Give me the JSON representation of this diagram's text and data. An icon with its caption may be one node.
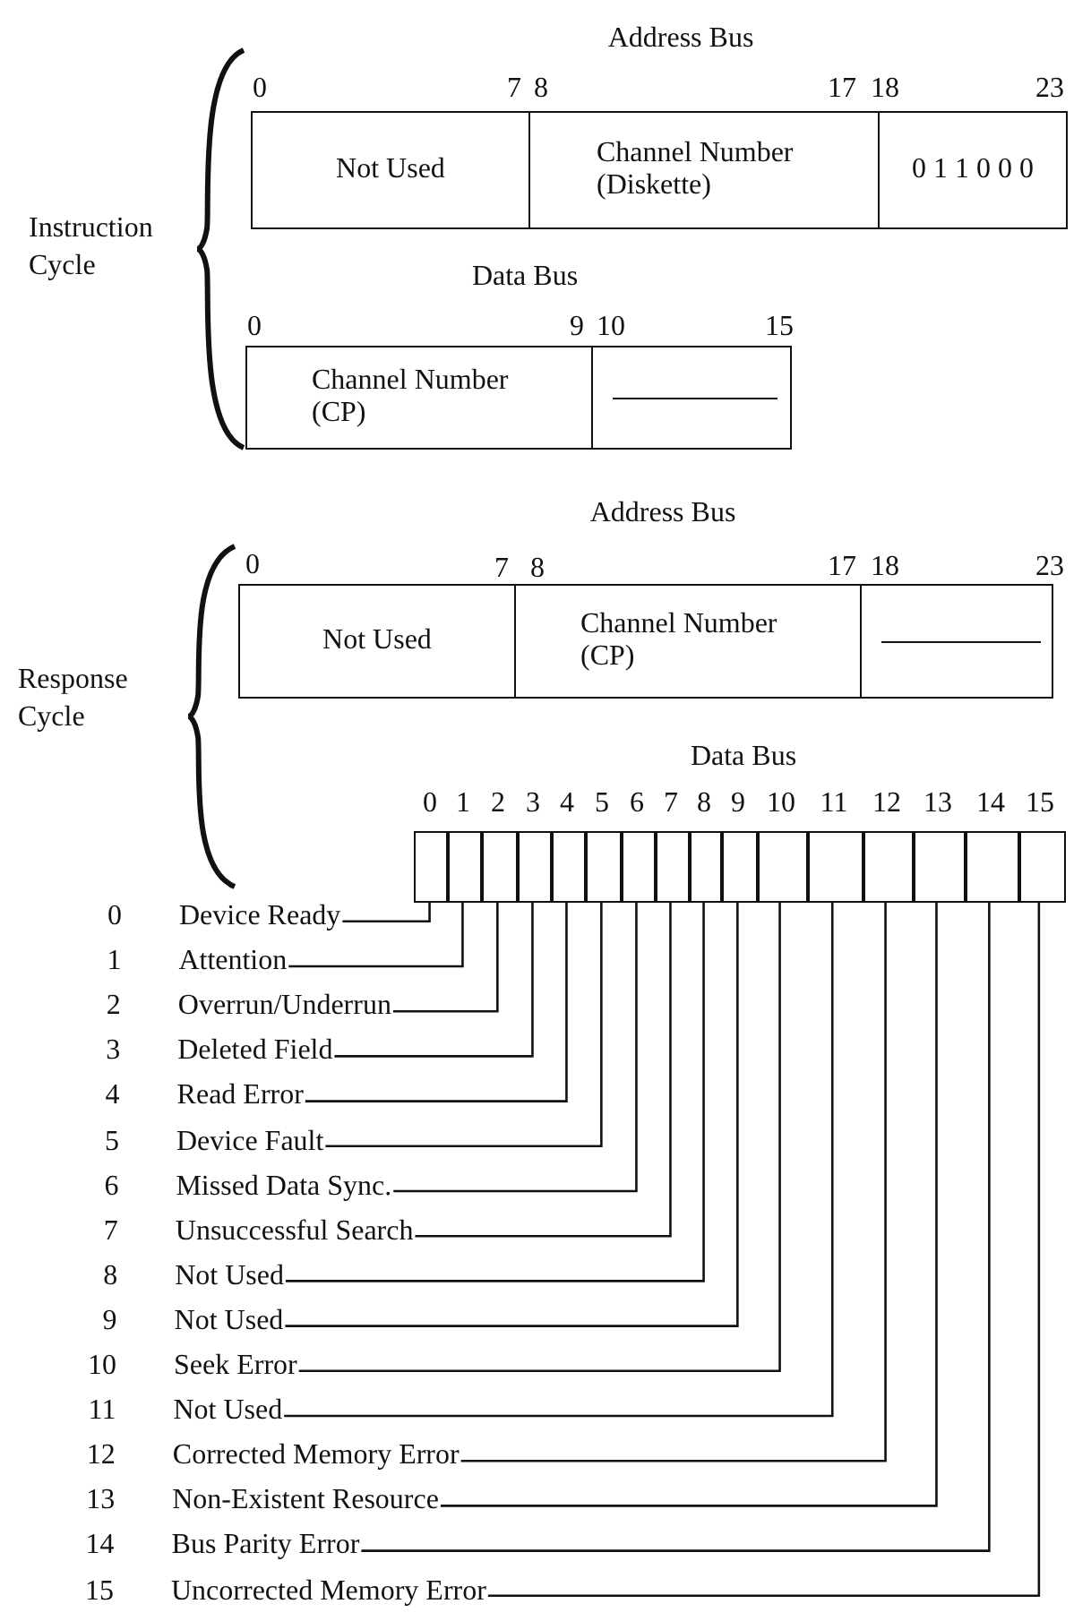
{
  "diagram": {
    "nodes": [
      {
        "text": [
          "Not Used"
        ]
      },
      {
        "text": [
          "Channel Number (Diskette)"
        ]
      },
      {
        "text": [
          "0 1 1 0 0 0"
        ]
      },
      {
        "text": [
          "Channel Number (CP)"
        ]
      },
      {
        "text": [],
        "shape": "box"
      },
      {
        "text": [
          "Not Used"
        ]
      },
      {
        "text": [
          "Channel Number (CP)"
        ]
      },
      {
        "text": [],
        "shape": "box"
      },
      {
        "text": [],
        "shape": "box"
      },
      {
        "text": [],
        "shape": "box"
      },
      {
        "text": [],
        "shape": "box"
      },
      {
        "text": [],
        "shape": "box"
      },
      {
        "text": [],
        "shape": "box"
      },
      {
        "text": [],
        "shape": "box"
      },
      {
        "text": [],
        "shape": "box"
      },
      {
        "text": [],
        "shape": "box"
      },
      {
        "text": [],
        "shape": "box"
      },
      {
        "text": [],
        "shape": "box"
      },
      {
        "text": [],
        "shape": "box"
      },
      {
        "text": [],
        "shape": "box"
      },
      {
        "text": [],
        "shape": "box"
      },
      {
        "text": [],
        "shape": "box"
      },
      {
        "text": [],
        "shape": "box"
      },
      {
        "text": [],
        "shape": "box"
      },
      {
        "text": [
          "Device Ready"
        ],
        "beside": [
          "0"
        ]
      },
      {
        "text": [
          "Attention"
        ],
        "beside": [
          "1"
        ]
      },
      {
        "text": [
          "Overrun/Underrun"
        ],
        "beside": [
          "2"
        ]
      },
      {
        "text": [
          "Deleted Field"
        ],
        "beside": [
          "3"
        ]
      },
      {
        "text": [
          "Read Error"
        ],
        "beside": [
          "4"
        ]
      },
      {
        "text": [
          "Device Fault"
        ],
        "beside": [
          "5"
        ]
      },
      {
        "text": [
          "Missed Data Sync."
        ],
        "beside": [
          "6"
        ]
      },
      {
        "text": [
          "Unsuccessful Search"
        ],
        "beside": [
          "7"
        ]
      },
      {
        "text": [
          "Not Used"
        ],
        "beside": [
          "8"
        ]
      },
      {
        "text": [
          "Not Used"
        ],
        "beside": [
          "9"
        ]
      },
      {
        "text": [
          "Seek Error"
        ],
        "beside": [
          "10"
        ]
      },
      {
        "text": [
          "Not Used"
        ],
        "beside": [
          "11"
        ]
      },
      {
        "text": [
          "Corrected Memory Error"
        ],
        "beside": [
          "12"
        ]
      },
      {
        "text": [
          "Non-Existent Resource"
        ],
        "beside": [
          "13"
        ]
      },
      {
        "text": [
          "Bus Parity Error"
        ],
        "beside": [
          "14"
        ]
      },
      {
        "text": [
          "Uncorrected Memory Error"
        ],
        "beside": [
          "15"
        ]
      }
    ],
    "edges": [
      {
        "from": 24,
        "to": 8,
        "arrow": "none"
      },
      {
        "from": 25,
        "to": 9,
        "arrow": "none"
      },
      {
        "from": 26,
        "to": 10,
        "arrow": "none"
      },
      {
        "from": 27,
        "to": 11,
        "arrow": "none"
      },
      {
        "from": 28,
        "to": 12,
        "arrow": "none"
      },
      {
        "from": 29,
        "to": 13,
        "arrow": "none"
      },
      {
        "from": 30,
        "to": 14,
        "arrow": "none"
      },
      {
        "from": 31,
        "to": 15,
        "arrow": "none"
      },
      {
        "from": 32,
        "to": 16,
        "arrow": "none"
      },
      {
        "from": 33,
        "to": 17,
        "arrow": "none"
      },
      {
        "from": 34,
        "to": 18,
        "arrow": "none"
      },
      {
        "from": 35,
        "to": 19,
        "arrow": "none"
      },
      {
        "from": 36,
        "to": 20,
        "arrow": "none"
      },
      {
        "from": 37,
        "to": 21,
        "arrow": "none"
      },
      {
        "from": 38,
        "to": 22,
        "arrow": "none"
      },
      {
        "from": 39,
        "to": 23,
        "arrow": "none"
      }
    ],
    "labels": [
      "Address Bus",
      "0",
      "7",
      "8",
      "17",
      "18",
      "23",
      "Instruction Cycle",
      "Data Bus",
      "0",
      "9",
      "10",
      "15",
      "Address Bus",
      "0",
      "7",
      "8",
      "17",
      "18",
      "23",
      "Response Cycle",
      "Data Bus",
      "0",
      "1",
      "2",
      "3",
      "4",
      "5",
      "6",
      "7",
      "8",
      "9",
      "10",
      "11",
      "12",
      "13",
      "14",
      "15"
    ]
  }
}
